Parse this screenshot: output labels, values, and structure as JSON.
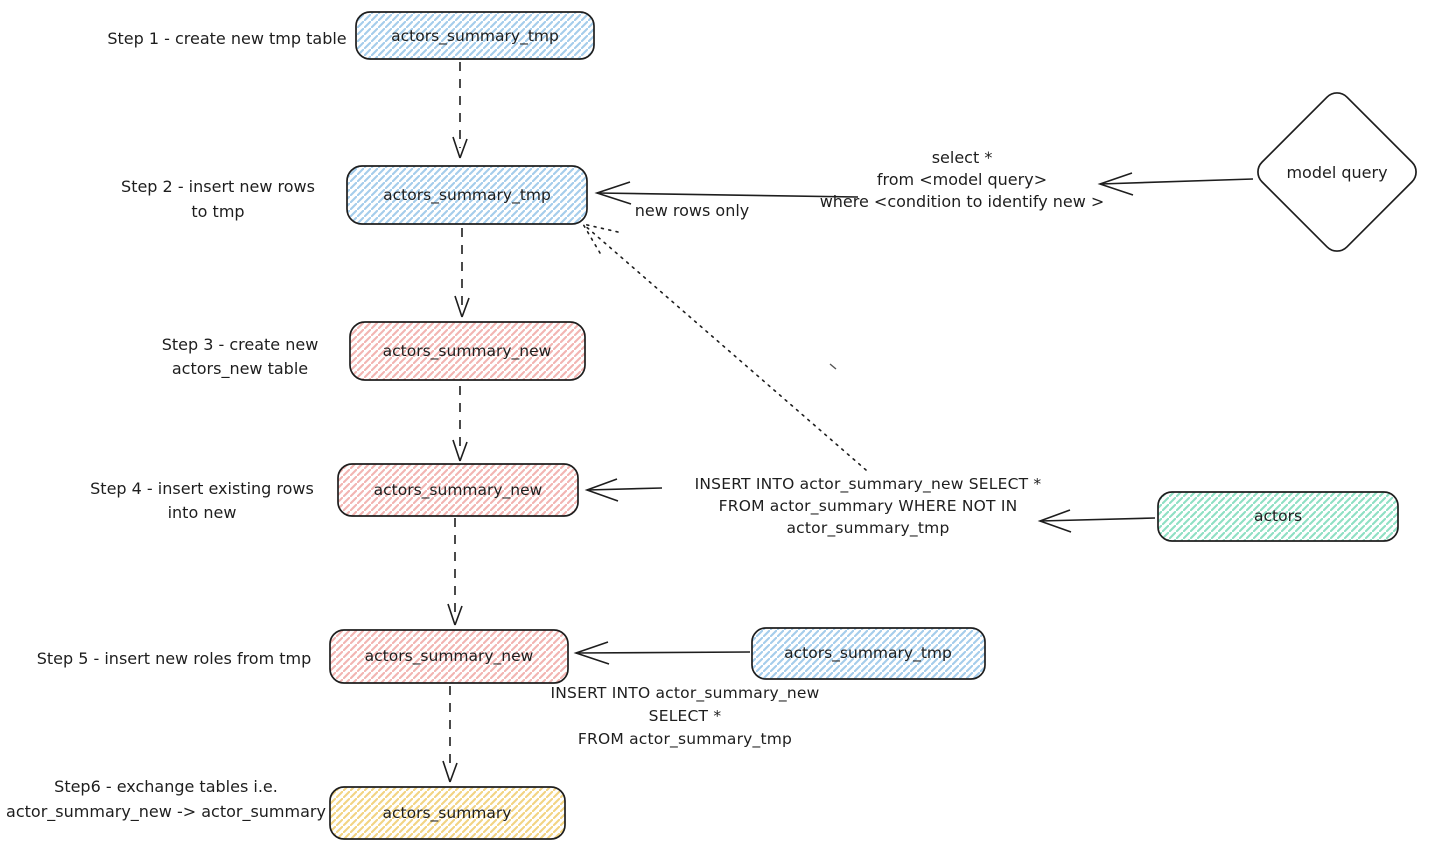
{
  "colors": {
    "stroke": "#1e1e1e",
    "blue_hatch": "#a5cdeb",
    "pink_hatch": "#f2b5b2",
    "teal_hatch": "#8fe0c4",
    "yellow_hatch": "#f2d483",
    "background": "#ffffff"
  },
  "steps": [
    {
      "label_lines": [
        "Step 1 - create new tmp table"
      ],
      "node_label": "actors_summary_tmp",
      "node_color": "blue"
    },
    {
      "label_lines": [
        "Step 2 - insert new rows",
        "to tmp"
      ],
      "node_label": "actors_summary_tmp",
      "node_color": "blue"
    },
    {
      "label_lines": [
        "Step 3 - create new",
        "actors_new table"
      ],
      "node_label": "actors_summary_new",
      "node_color": "pink"
    },
    {
      "label_lines": [
        "Step 4 - insert existing rows",
        "into new"
      ],
      "node_label": "actors_summary_new",
      "node_color": "pink"
    },
    {
      "label_lines": [
        "Step 5 - insert new roles from tmp"
      ],
      "node_label": "actors_summary_new",
      "node_color": "pink"
    },
    {
      "label_lines": [
        "Step6 - exchange tables i.e.",
        "actor_summary_new -> actor_summary"
      ],
      "node_label": "actors_summary",
      "node_color": "yellow"
    }
  ],
  "side_nodes": {
    "model_query": {
      "label": "model query",
      "shape": "diamond"
    },
    "actors": {
      "label": "actors",
      "color": "teal"
    },
    "tmp_near_step5": {
      "label": "actors_summary_tmp",
      "color": "blue"
    }
  },
  "annotations": {
    "select_query": {
      "lines": [
        "select *",
        "from <model query>",
        "where <condition to identify new >"
      ]
    },
    "new_rows_only": "new rows only",
    "insert_step4": {
      "lines": [
        "INSERT INTO actor_summary_new SELECT *",
        "FROM actor_summary WHERE NOT IN",
        "actor_summary_tmp"
      ]
    },
    "insert_step5": {
      "lines": [
        "INSERT INTO actor_summary_new",
        "SELECT *",
        "FROM actor_summary_tmp"
      ]
    }
  }
}
